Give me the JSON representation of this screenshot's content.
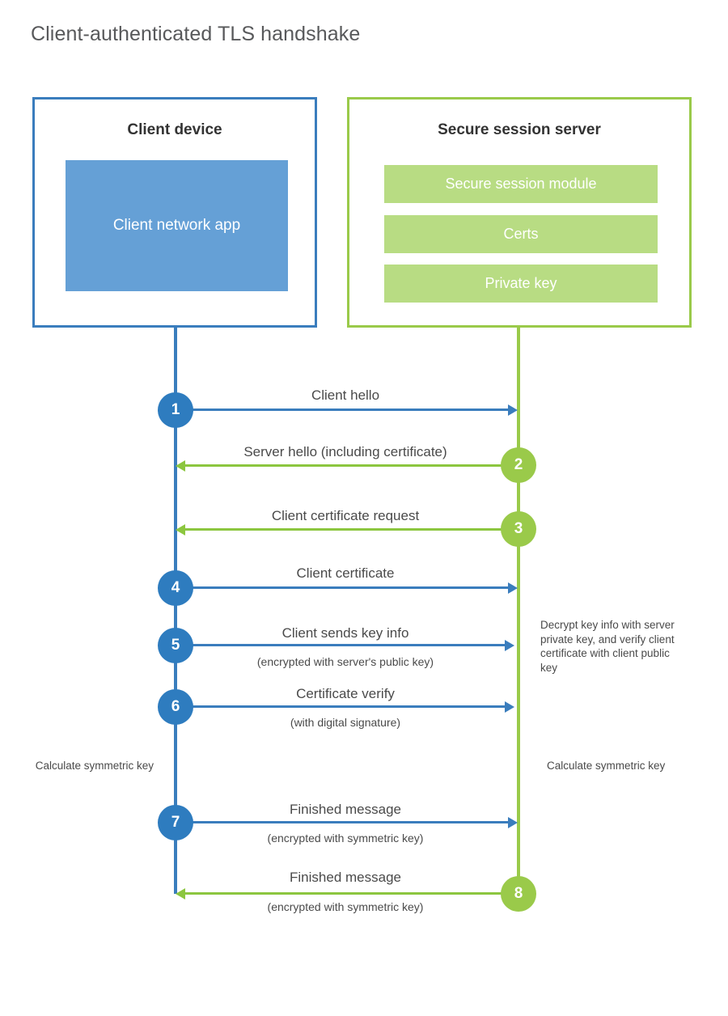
{
  "title": "Client-authenticated TLS handshake",
  "colors": {
    "blue_border": "#3a7dbd",
    "blue_circle": "#2e7cbf",
    "blue_app_fill": "#65a0d6",
    "green_border": "#9aca4a",
    "green_circle": "#9aca4a",
    "green_bar_fill": "#b8dc83",
    "green_arrow": "#8cc63f",
    "text": "#4a4a4a",
    "title_text": "#58595b"
  },
  "actors": {
    "client": {
      "title": "Client device",
      "app_label": "Client network app"
    },
    "server": {
      "title": "Secure session server",
      "components": [
        {
          "label": "Secure session module"
        },
        {
          "label": "Certs"
        },
        {
          "label": "Private key"
        }
      ]
    }
  },
  "steps": [
    {
      "number": "1",
      "label": "Client hello",
      "sub": "",
      "direction": "client-to-server",
      "color": "blue"
    },
    {
      "number": "2",
      "label": "Server hello (including certificate)",
      "sub": "",
      "direction": "server-to-client",
      "color": "green"
    },
    {
      "number": "3",
      "label": "Client certificate request",
      "sub": "",
      "direction": "server-to-client",
      "color": "green"
    },
    {
      "number": "4",
      "label": "Client certificate",
      "sub": "",
      "direction": "client-to-server",
      "color": "blue"
    },
    {
      "number": "5",
      "label": "Client sends key info",
      "sub": "(encrypted with server's public key)",
      "direction": "client-to-server",
      "color": "blue"
    },
    {
      "number": "6",
      "label": "Certificate verify",
      "sub": "(with digital signature)",
      "direction": "client-to-server",
      "color": "blue"
    },
    {
      "number": "7",
      "label": "Finished message",
      "sub": "(encrypted with symmetric key)",
      "direction": "client-to-server",
      "color": "blue"
    },
    {
      "number": "8",
      "label": "Finished message",
      "sub": "(encrypted with symmetric key)",
      "direction": "server-to-client",
      "color": "green"
    }
  ],
  "notes": {
    "server_decrypt": "Decrypt key info with server private key, and verify client certificate with client public key",
    "client_calculate": "Calculate symmetric key",
    "server_calculate": "Calculate symmetric key"
  }
}
